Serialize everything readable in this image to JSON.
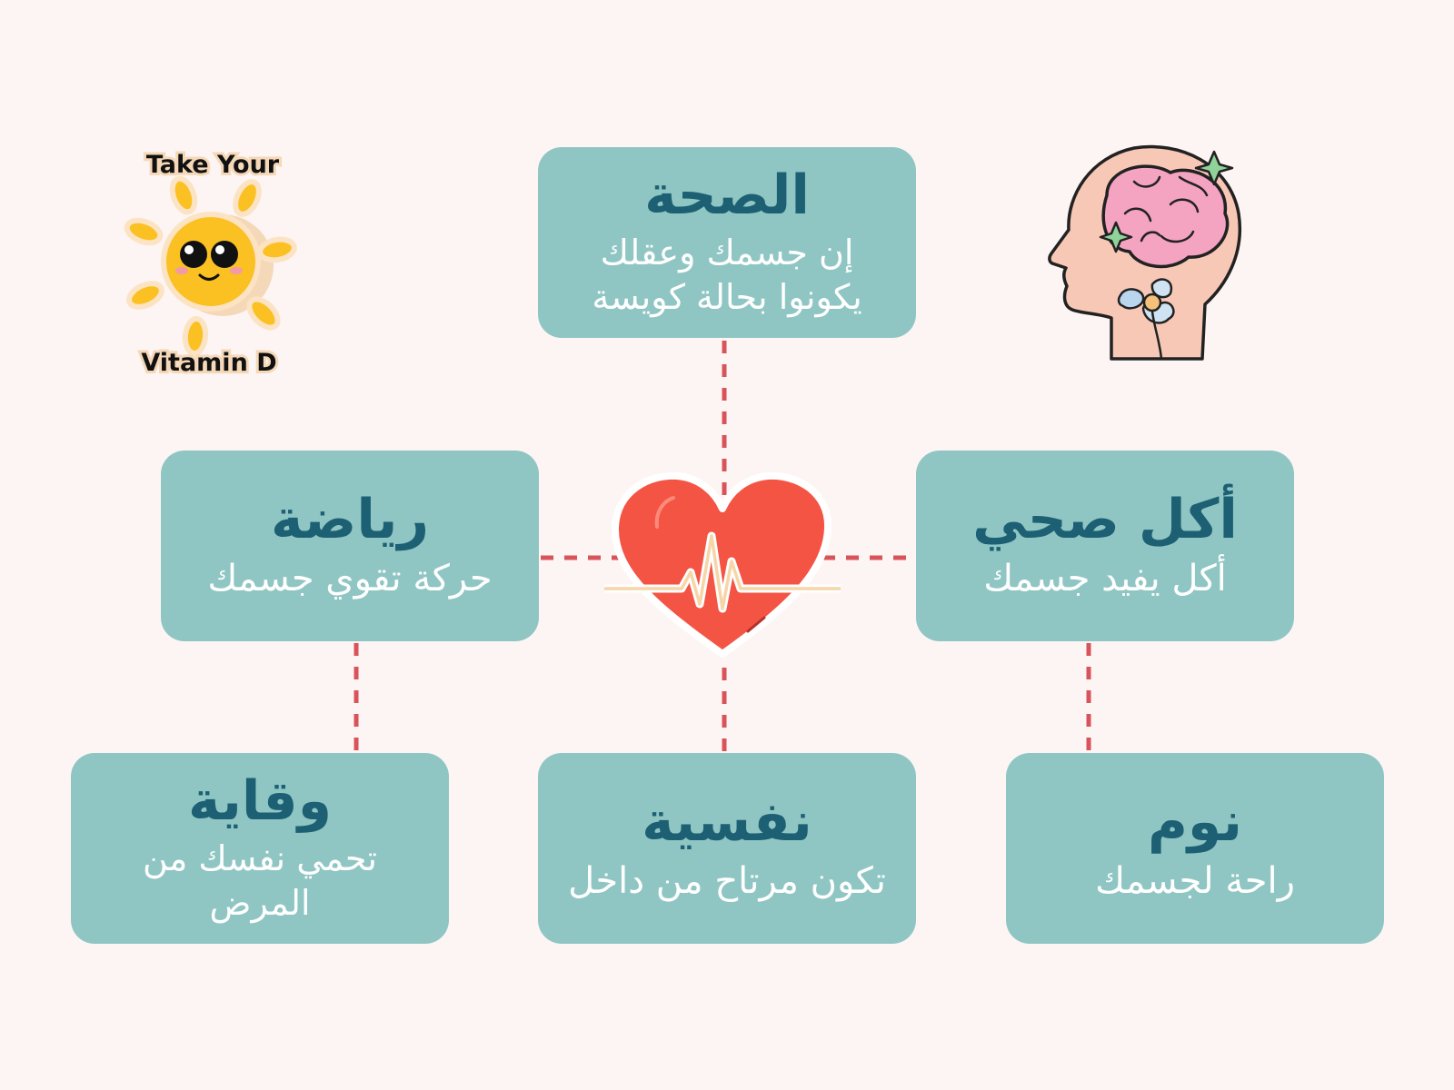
{
  "diagram": {
    "center": {
      "icon": "heartbeat-heart-icon"
    },
    "nodes": {
      "health": {
        "title": "الصحة",
        "desc_lines": [
          "إن جسمك وعقلك",
          "يكونوا بحالة كويسة"
        ]
      },
      "sport": {
        "title": "رياضة",
        "desc_lines": [
          "حركة تقوي جسمك"
        ]
      },
      "food": {
        "title": "أكل صحي",
        "desc_lines": [
          "أكل يفيد جسمك"
        ]
      },
      "prevention": {
        "title": "وقاية",
        "desc_lines": [
          "تحمي نفسك من",
          "المرض"
        ]
      },
      "psych": {
        "title": "نفسية",
        "desc_lines": [
          "تكون مرتاح من داخل"
        ]
      },
      "sleep": {
        "title": "نوم",
        "desc_lines": [
          "راحة لجسمك"
        ]
      }
    },
    "sticker": {
      "line1": "Take Your",
      "line2": "Vitamin D",
      "icon": "smiling-sun-icon"
    },
    "brain_icon": "head-brain-icon"
  },
  "colors": {
    "background": "#fdf5f3",
    "box": "#8fc6c3",
    "title": "#1d5f73",
    "desc": "#ffffff",
    "connector": "#d9535a",
    "heart": "#f45444",
    "pulse": "#f6d6a8"
  }
}
